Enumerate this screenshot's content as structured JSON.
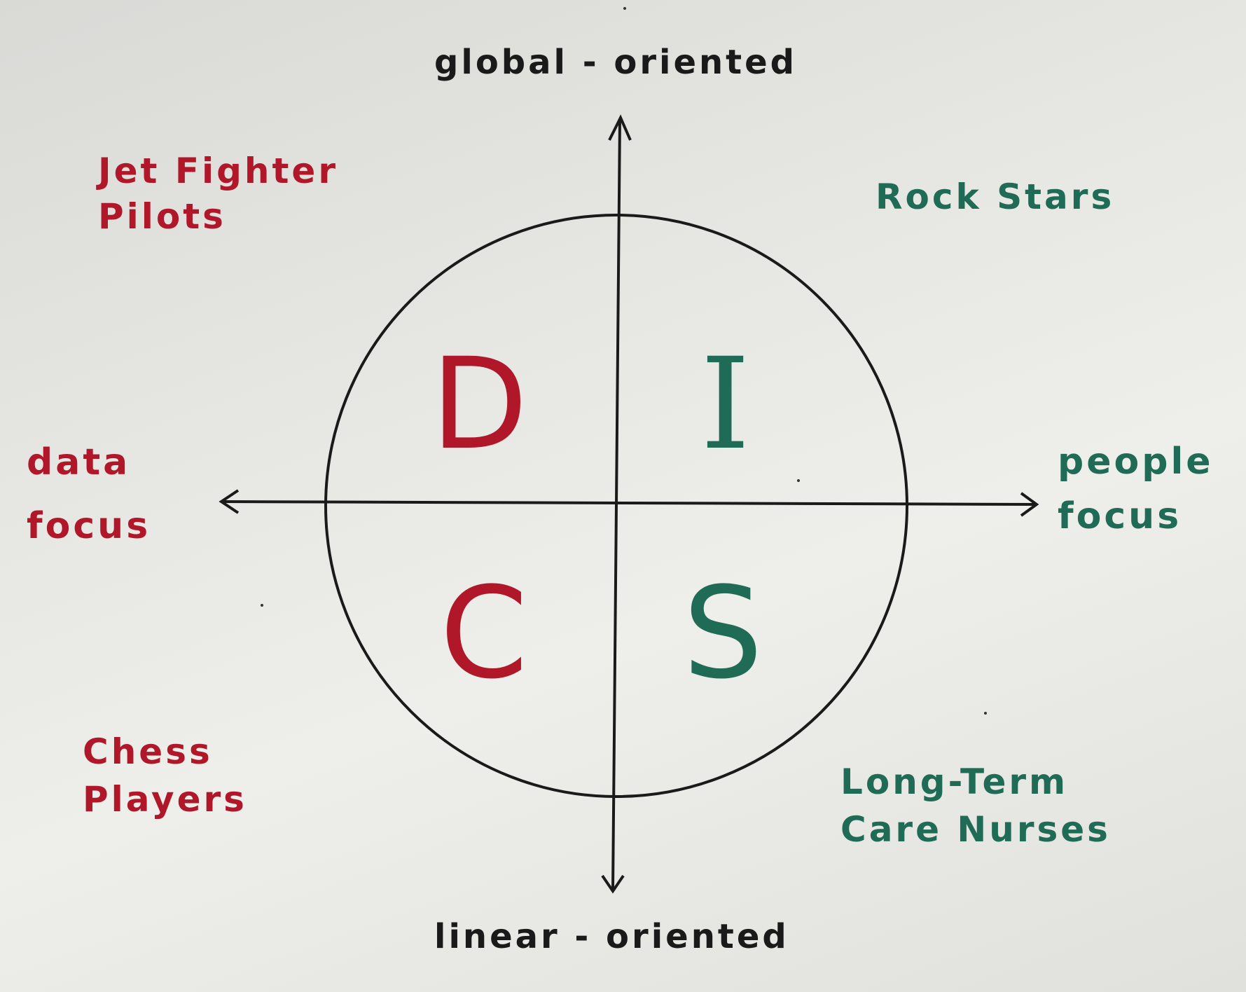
{
  "axes": {
    "top": "global - oriented",
    "bottom": "linear - oriented",
    "left": "data\nfocus",
    "right": "people\nfocus"
  },
  "quadrants": {
    "top_left": {
      "letter": "D",
      "caption": "Jet Fighter\nPilots"
    },
    "top_right": {
      "letter": "I",
      "caption": "Rock Stars"
    },
    "bottom_left": {
      "letter": "C",
      "caption": "Chess\nPlayers"
    },
    "bottom_right": {
      "letter": "S",
      "caption": "Long-Term\nCare Nurses"
    }
  },
  "colors": {
    "ink_black": "#1a1a1a",
    "ink_red": "#b0182a",
    "ink_green": "#1f6b55"
  }
}
